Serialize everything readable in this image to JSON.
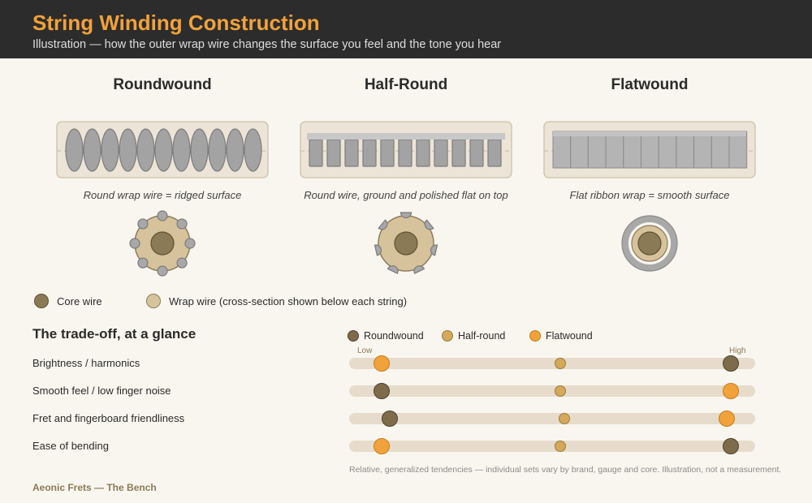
{
  "header": {
    "title": "String Winding Construction",
    "subtitle": "Illustration — how the outer wrap wire changes the surface you feel and the tone you hear"
  },
  "string_types": [
    {
      "name": "Roundwound",
      "caption": "Round wrap wire = ridged surface"
    },
    {
      "name": "Half-Round",
      "caption": "Round wire, ground and polished flat on top"
    },
    {
      "name": "Flatwound",
      "caption": "Flat ribbon wrap = smooth surface"
    }
  ],
  "legend": {
    "core_label": "Core wire",
    "wrap_label": "Wrap wire (cross-section shown below each string)"
  },
  "tradeoff": {
    "title": "The trade-off, at a glance",
    "low_label": "Low",
    "high_label": "High",
    "series": [
      {
        "name": "Roundwound",
        "color": "#7d6b4a"
      },
      {
        "name": "Half-round",
        "color": "#d4a95b"
      },
      {
        "name": "Flatwound",
        "color": "#f2a23a"
      }
    ],
    "rows": [
      {
        "label": "Brightness / harmonics",
        "values": [
          0.94,
          0.52,
          0.08
        ]
      },
      {
        "label": "Smooth feel / low finger noise",
        "values": [
          0.08,
          0.52,
          0.94
        ]
      },
      {
        "label": "Fret and fingerboard friendliness",
        "values": [
          0.1,
          0.53,
          0.93
        ]
      },
      {
        "label": "Ease of bending",
        "values": [
          0.94,
          0.52,
          0.08
        ]
      }
    ],
    "footnote": "Relative, generalized tendencies — individual sets vary by brand, gauge and core. Illustration, not a measurement."
  },
  "footer": {
    "brand": "Aeonic Frets — The Bench"
  },
  "colors": {
    "header_bg": "#2c2c2c",
    "accent": "#f2a23a",
    "core": "#8a7a56",
    "wrap": "#d6c39b",
    "steel": "#a6a6a6",
    "track": "#e7dccb"
  }
}
